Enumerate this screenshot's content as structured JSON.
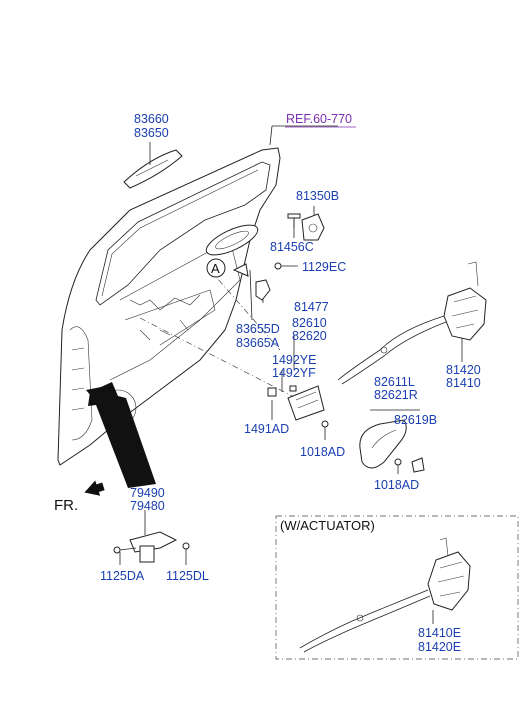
{
  "ref": "REF.60-770",
  "parts": {
    "p83660": "83660",
    "p83650": "83650",
    "p81350b": "81350B",
    "p81456c": "81456C",
    "p1129ec": "1129EC",
    "p81477": "81477",
    "p83655d": "83655D",
    "p83665a": "83665A",
    "p82610": "82610",
    "p82620": "82620",
    "p1492ye": "1492YE",
    "p1492yf": "1492YF",
    "p81420": "81420",
    "p81410": "81410",
    "p82611l": "82611L",
    "p82621r": "82621R",
    "p82619b": "82619B",
    "p1491ad": "1491AD",
    "p1018ad_1": "1018AD",
    "p1018ad_2": "1018AD",
    "p79490": "79490",
    "p79480": "79480",
    "p1125da": "1125DA",
    "p1125dl": "1125DL",
    "p81410e": "81410E",
    "p81420e": "81420E"
  },
  "inset_title": "(W/ACTUATOR)",
  "marker_a": "A",
  "direction": "FR."
}
